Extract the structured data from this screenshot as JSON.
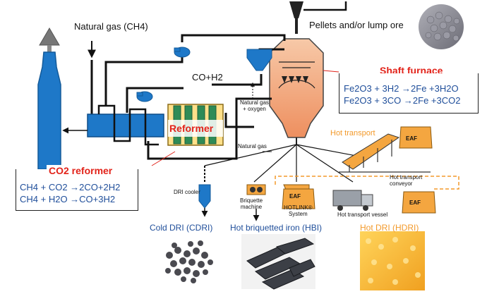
{
  "labels": {
    "natural_gas_ch4": "Natural gas (CH4)",
    "pellets": "Pellets and/or lump ore",
    "co_h2": "CO+H2",
    "ng_oxygen": "Natural gas\n+ oxygen",
    "reformer": "Reformer",
    "shaft_furnace": "Shaft furnace",
    "natural_gas": "Natural gas",
    "hot_transport": "Hot transport",
    "hot_transport_conveyor": "Hot transport\nconveyor",
    "eaf": "EAF",
    "dri_cooler": "DRI cooler",
    "briquette_machine": "Briquette\nmachine",
    "hotlink": "HOTLINK®\nSystem",
    "hot_transport_vessel": "Hot transport vessel",
    "co2_reformer": "CO2 reformer"
  },
  "shaft_equations": [
    "Fe2O3 + 3H2 →2Fe +3H2O",
    "Fe2O3 + 3CO →2Fe +3CO2"
  ],
  "co2_equations": [
    "CH4 + CO2 →2CO+2H2",
    "CH4 + H2O →CO+3H2"
  ],
  "products": {
    "cdri": "Cold DRI (CDRI)",
    "hbi": "Hot briquetted iron (HBI)",
    "hdri": "Hot DRI (HDRI)"
  },
  "colors": {
    "equipment_blue": "#1e78c8",
    "furnace_orange": "#f0a070",
    "accent_red": "#e2231a",
    "product_blue": "#1f4e9a",
    "hdri_orange": "#f39a2b",
    "reformer_green": "#2e8b57"
  }
}
